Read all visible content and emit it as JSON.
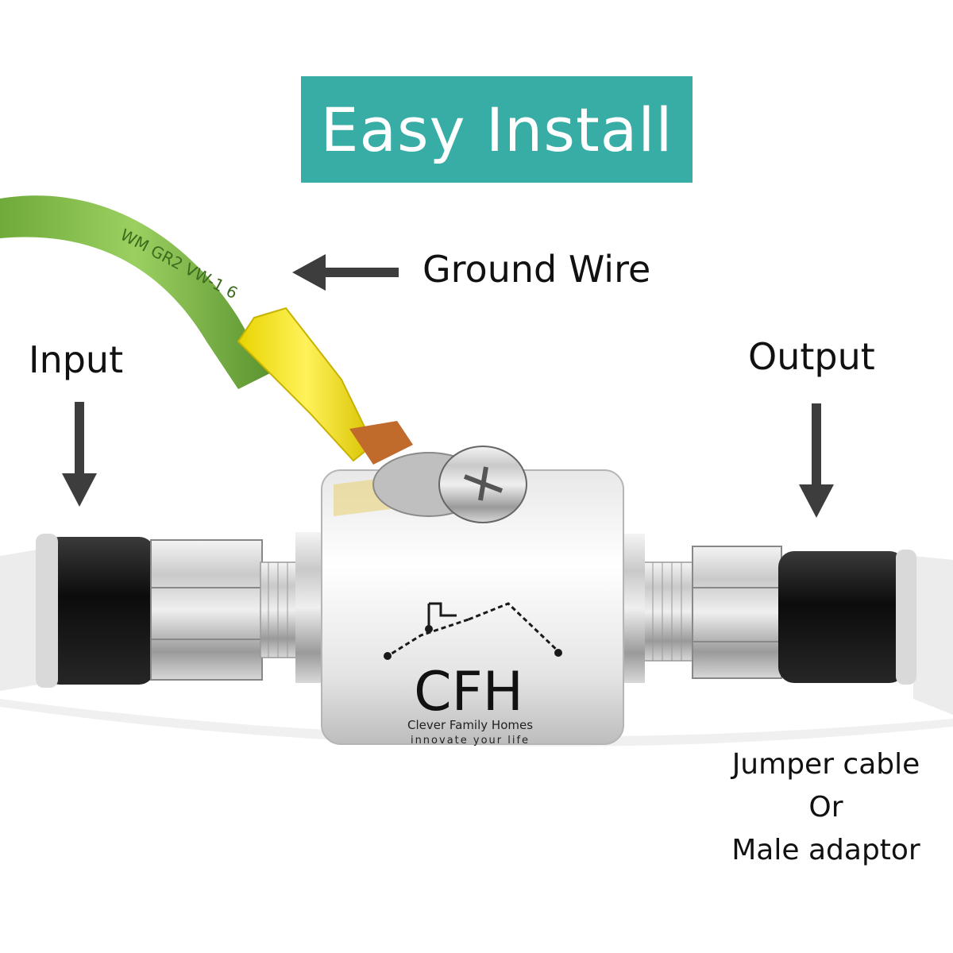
{
  "banner": {
    "title": "Easy Install",
    "color": "#38ada6"
  },
  "labels": {
    "ground": "Ground Wire",
    "input": "Input",
    "output": "Output",
    "jumper_line1": "Jumper cable",
    "jumper_line2": "Or",
    "jumper_line3": "Male adaptor"
  },
  "product": {
    "logo_text": "CFH",
    "brand_name": "Clever Family Homes",
    "tagline": "innovate your life",
    "wire_print": "WM GR2 VW-1 6"
  },
  "icons": [
    "arrow-left-icon",
    "arrow-down-icon",
    "arrow-down-icon"
  ]
}
